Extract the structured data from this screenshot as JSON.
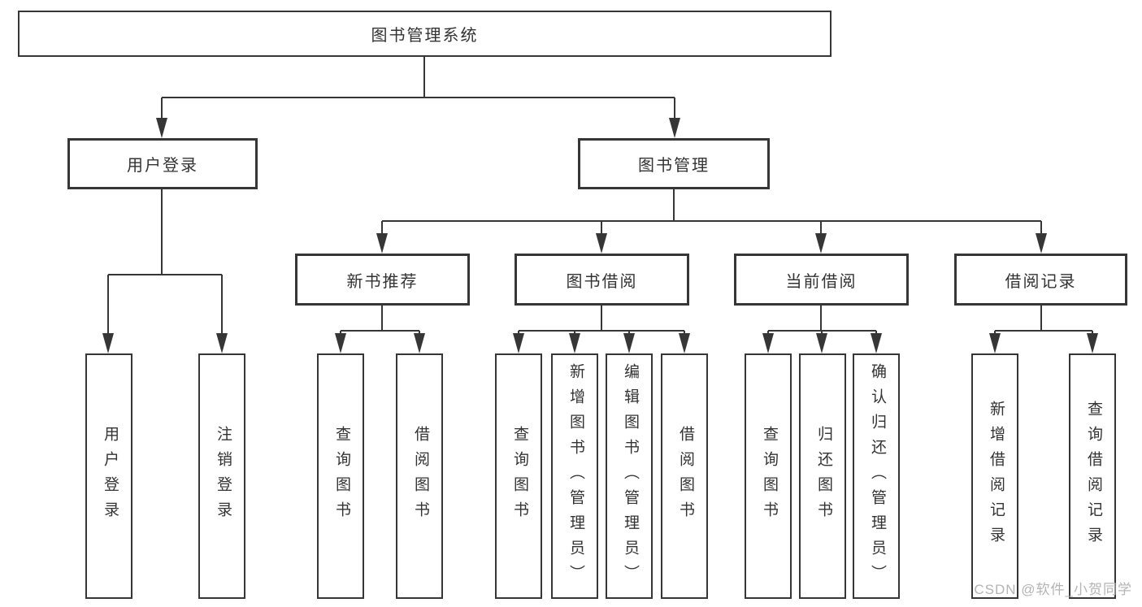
{
  "tree": {
    "root": {
      "label": "图书管理系统",
      "children": [
        {
          "label": "用户登录",
          "children": [
            {
              "label": "用户登录"
            },
            {
              "label": "注销登录"
            }
          ]
        },
        {
          "label": "图书管理",
          "children": [
            {
              "label": "新书推荐",
              "children": [
                {
                  "label": "查询图书"
                },
                {
                  "label": "借阅图书"
                }
              ]
            },
            {
              "label": "图书借阅",
              "children": [
                {
                  "label": "查询图书"
                },
                {
                  "label": "新增图书（管理员）"
                },
                {
                  "label": "编辑图书（管理员）"
                },
                {
                  "label": "借阅图书"
                }
              ]
            },
            {
              "label": "当前借阅",
              "children": [
                {
                  "label": "查询图书"
                },
                {
                  "label": "归还图书"
                },
                {
                  "label": "确认归还（管理员）"
                }
              ]
            },
            {
              "label": "借阅记录",
              "children": [
                {
                  "label": "新增借阅记录"
                },
                {
                  "label": "查询借阅记录"
                }
              ]
            }
          ]
        }
      ]
    }
  },
  "watermark": {
    "text": "CSDN @软件_小贺同学"
  },
  "colors": {
    "line": "#363636",
    "box_border": "#363636",
    "text": "#333333",
    "watermark": "#b4b4b4",
    "background": "#ffffff"
  }
}
